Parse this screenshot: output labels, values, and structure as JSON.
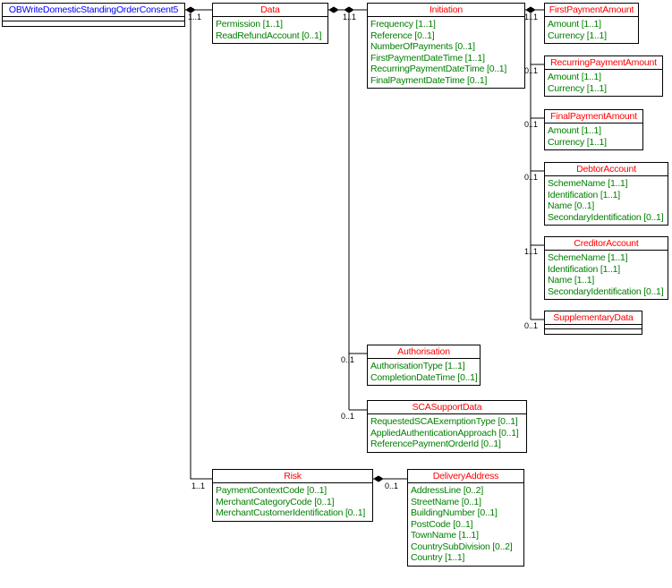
{
  "diagram": {
    "root": {
      "title": "OBWriteDomesticStandingOrderConsent5"
    },
    "classes": {
      "data": {
        "title": "Data",
        "members": [
          "Permission [1..1]",
          "ReadRefundAccount [0..1]"
        ]
      },
      "initiation": {
        "title": "Initiation",
        "members": [
          "Frequency [1..1]",
          "Reference [0..1]",
          "NumberOfPayments [0..1]",
          "FirstPaymentDateTime [1..1]",
          "RecurringPaymentDateTime [0..1]",
          "FinalPaymentDateTime [0..1]"
        ]
      },
      "first_payment_amount": {
        "title": "FirstPaymentAmount",
        "members": [
          "Amount [1..1]",
          "Currency [1..1]"
        ]
      },
      "recurring_payment_amount": {
        "title": "RecurringPaymentAmount",
        "members": [
          "Amount [1..1]",
          "Currency [1..1]"
        ]
      },
      "final_payment_amount": {
        "title": "FinalPaymentAmount",
        "members": [
          "Amount [1..1]",
          "Currency [1..1]"
        ]
      },
      "debtor_account": {
        "title": "DebtorAccount",
        "members": [
          "SchemeName [1..1]",
          "Identification [1..1]",
          "Name [0..1]",
          "SecondaryIdentification [0..1]"
        ]
      },
      "creditor_account": {
        "title": "CreditorAccount",
        "members": [
          "SchemeName [1..1]",
          "Identification [1..1]",
          "Name [1..1]",
          "SecondaryIdentification [0..1]"
        ]
      },
      "supplementary_data": {
        "title": "SupplementaryData",
        "members": []
      },
      "authorisation": {
        "title": "Authorisation",
        "members": [
          "AuthorisationType [1..1]",
          "CompletionDateTime [0..1]"
        ]
      },
      "sca_support_data": {
        "title": "SCASupportData",
        "members": [
          "RequestedSCAExemptionType [0..1]",
          "AppliedAuthenticationApproach [0..1]",
          "ReferencePaymentOrderId [0..1]"
        ]
      },
      "risk": {
        "title": "Risk",
        "members": [
          "PaymentContextCode [0..1]",
          "MerchantCategoryCode [0..1]",
          "MerchantCustomerIdentification [0..1]"
        ]
      },
      "delivery_address": {
        "title": "DeliveryAddress",
        "members": [
          "AddressLine [0..2]",
          "StreetName [0..1]",
          "BuildingNumber [0..1]",
          "PostCode [0..1]",
          "TownName [1..1]",
          "CountrySubDivision [0..2]",
          "Country [1..1]"
        ]
      }
    },
    "cardinalities": {
      "root_data": "1..1",
      "root_risk": "1..1",
      "data_initiation": "1..1",
      "data_authorisation": "0..1",
      "data_sca": "0..1",
      "init_first": "1..1",
      "init_recurring": "0..1",
      "init_final": "0..1",
      "init_debtor": "0..1",
      "init_creditor": "1..1",
      "init_supplementary": "0..1",
      "risk_delivery": "0..1"
    },
    "colors": {
      "root_title": "#0000FF",
      "class_title": "#FF0000",
      "member_text": "#008000",
      "line": "#000000",
      "background": "#FFFFFF"
    }
  }
}
